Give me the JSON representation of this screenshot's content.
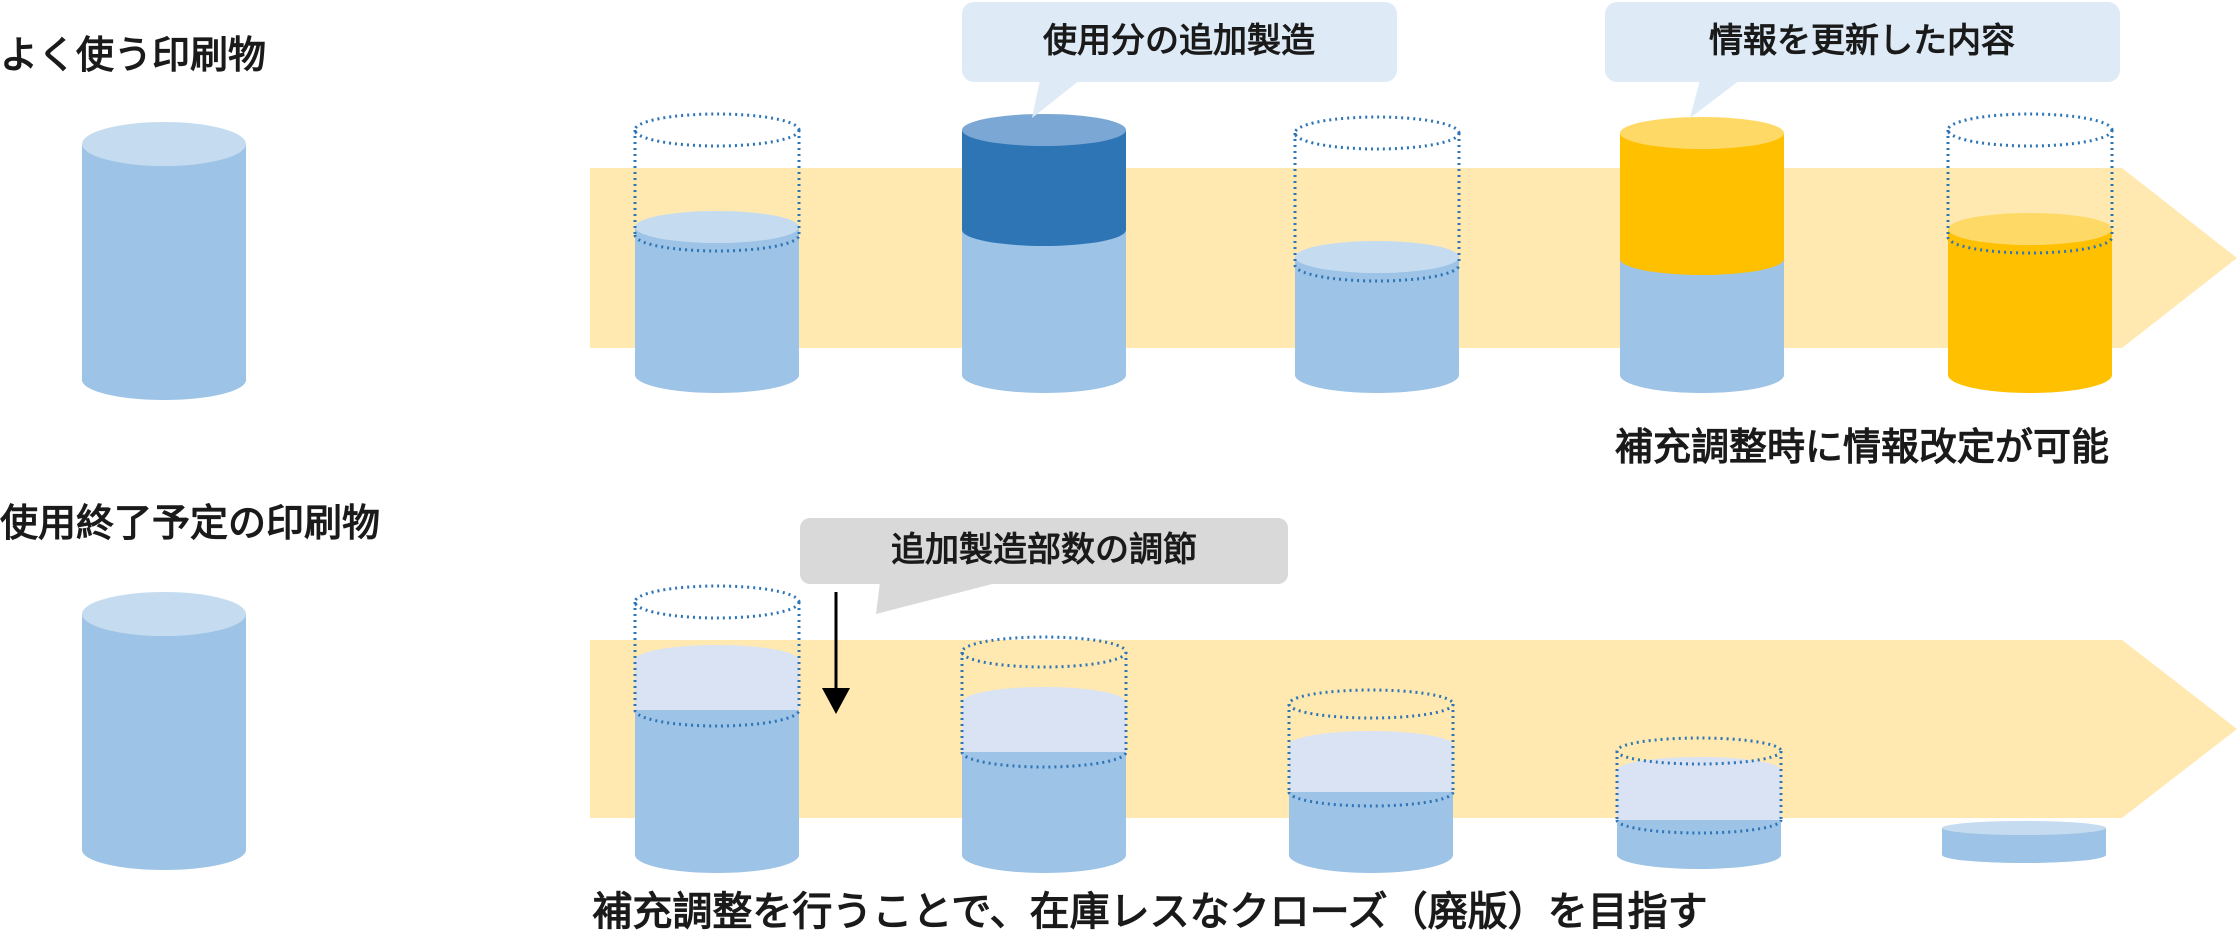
{
  "rows": [
    {
      "title": "よく使う印刷物",
      "bubbles": [
        "使用分の追加製造",
        "情報を更新した内容"
      ],
      "caption": "補充調整時に情報改定が可能"
    },
    {
      "title": "使用終了予定の印刷物",
      "bubbles": [
        "追加製造部数の調節"
      ],
      "caption": "補充調整を行うことで、在庫レスなクローズ（廃版）を目指す"
    }
  ],
  "colors": {
    "arrow_band": "#FFE9B0",
    "cylinder_light_blue": "#9DC3E6",
    "cylinder_light_blue_top": "#C5DCF0",
    "cylinder_dark_blue": "#2E75B6",
    "cylinder_dark_blue_top": "#7AA7D4",
    "cylinder_gold": "#FFC000",
    "cylinder_gold_top": "#FFD966",
    "cylinder_pale": "#DAE3F3",
    "dotted_outline": "#2E75B6",
    "bubble_blue": "#DEEBF7",
    "bubble_gray": "#D9D9D9",
    "down_arrow": "#000000"
  }
}
